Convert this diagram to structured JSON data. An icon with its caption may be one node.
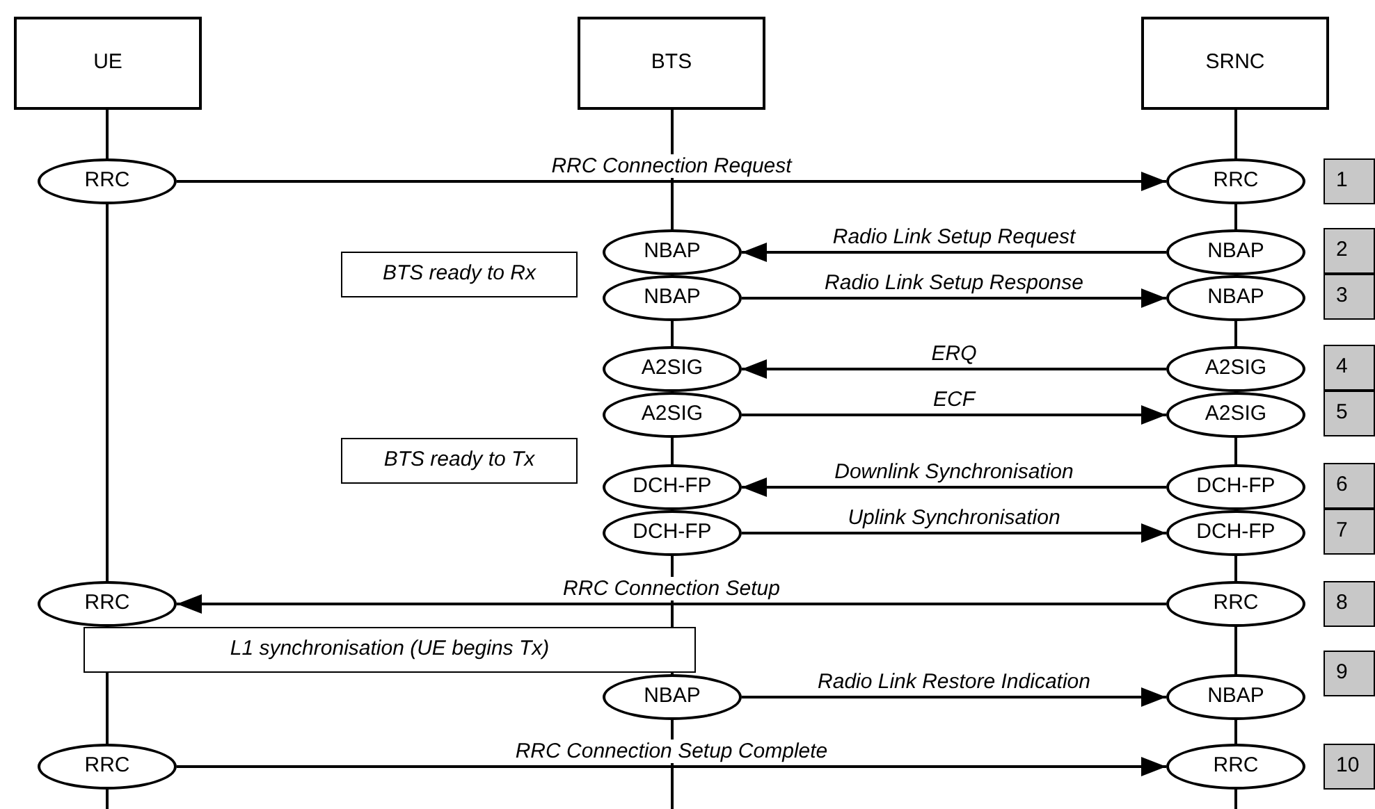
{
  "diagram": {
    "nodes": [
      {
        "text": [
          "UE"
        ]
      },
      {
        "text": [
          "BTS"
        ]
      },
      {
        "text": [
          "SRNC"
        ]
      },
      {
        "text": [
          "RRC"
        ]
      },
      {
        "text": [
          "RRC"
        ]
      },
      {
        "text": [
          "1"
        ]
      },
      {
        "text": [
          "NBAP"
        ]
      },
      {
        "text": [
          "NBAP"
        ]
      },
      {
        "text": [
          "2"
        ]
      },
      {
        "text": [
          "BTS ready to Rx"
        ]
      },
      {
        "text": [
          "NBAP"
        ]
      },
      {
        "text": [
          "NBAP"
        ]
      },
      {
        "text": [
          "3"
        ]
      },
      {
        "text": [
          "A2SIG"
        ]
      },
      {
        "text": [
          "A2SIG"
        ]
      },
      {
        "text": [
          "4"
        ]
      },
      {
        "text": [
          "A2SIG"
        ]
      },
      {
        "text": [
          "A2SIG"
        ]
      },
      {
        "text": [
          "5"
        ]
      },
      {
        "text": [
          "BTS ready to Tx"
        ]
      },
      {
        "text": [
          "DCH-FP"
        ]
      },
      {
        "text": [
          "DCH-FP"
        ]
      },
      {
        "text": [
          "6"
        ]
      },
      {
        "text": [
          "DCH-FP"
        ]
      },
      {
        "text": [
          "DCH-FP"
        ]
      },
      {
        "text": [
          "7"
        ]
      },
      {
        "text": [
          "RRC"
        ]
      },
      {
        "text": [
          "RRC"
        ]
      },
      {
        "text": [
          "8"
        ]
      },
      {
        "text": [
          "L1 synchronisation (UE begins Tx)"
        ]
      },
      {
        "text": [
          "9"
        ]
      },
      {
        "text": [
          "NBAP"
        ]
      },
      {
        "text": [
          "NBAP"
        ]
      },
      {
        "text": [
          "RRC"
        ]
      },
      {
        "text": [
          "RRC"
        ]
      },
      {
        "text": [
          "10"
        ]
      }
    ],
    "edges": [
      {
        "from": 3,
        "to": 4,
        "arrow": "to",
        "label": "RRC Connection Request"
      },
      {
        "from": 7,
        "to": 6,
        "arrow": "to",
        "label": "Radio Link Setup Request"
      },
      {
        "from": 10,
        "to": 11,
        "arrow": "to",
        "label": "Radio Link Setup Response"
      },
      {
        "from": 14,
        "to": 13,
        "arrow": "to",
        "label": "ERQ"
      },
      {
        "from": 16,
        "to": 17,
        "arrow": "to",
        "label": "ECF"
      },
      {
        "from": 21,
        "to": 20,
        "arrow": "to",
        "label": "Downlink Synchronisation"
      },
      {
        "from": 23,
        "to": 24,
        "arrow": "to",
        "label": "Uplink Synchronisation"
      },
      {
        "from": 27,
        "to": 26,
        "arrow": "to",
        "label": "RRC Connection Setup"
      },
      {
        "from": 31,
        "to": 32,
        "arrow": "to",
        "label": "Radio Link Restore Indication"
      },
      {
        "from": 33,
        "to": 34,
        "arrow": "to",
        "label": "RRC Connection Setup Complete"
      }
    ]
  }
}
